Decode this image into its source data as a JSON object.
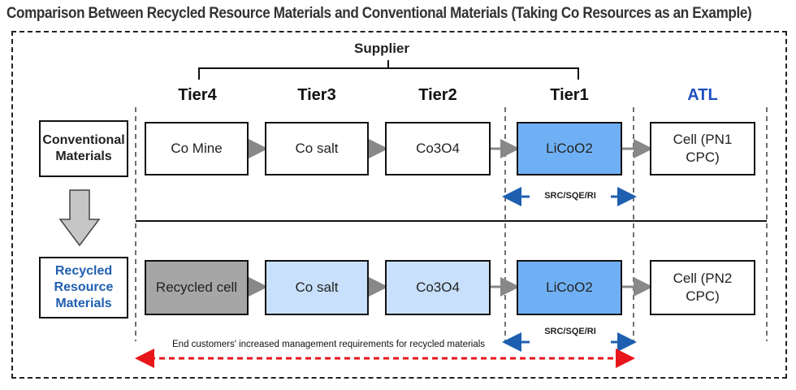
{
  "title": "Comparison Between Recycled Resource Materials and Conventional Materials (Taking Co Resources as an Example)",
  "supplier_label": "Supplier",
  "tiers": [
    "Tier4",
    "Tier3",
    "Tier2",
    "Tier1"
  ],
  "atl_label": "ATL",
  "rows": {
    "conventional": {
      "label": "Conventional Materials",
      "chain": [
        "Co Mine",
        "Co salt",
        "Co3O4",
        "LiCoO2"
      ],
      "cell": "Cell (PN1 CPC)"
    },
    "recycled": {
      "label": "Recycled Resource Materials",
      "chain": [
        "Recycled cell",
        "Co salt",
        "Co3O4",
        "LiCoO2"
      ],
      "cell": "Cell (PN2 CPC)"
    }
  },
  "scope_tag": "SRC/SQE/RI",
  "note": "End customers' increased management requirements for recycled materials",
  "colors": {
    "atl": "#1f4fbf",
    "recycled_label": "#1f5fb0",
    "tier1_fill": "#6fb0f4",
    "recycled_chain_fill": "#c8e0fb",
    "recycled_cell_fill": "#a6a6a6",
    "note_arrow": "#e8151b",
    "scope_arrow": "#1f5fb0"
  }
}
